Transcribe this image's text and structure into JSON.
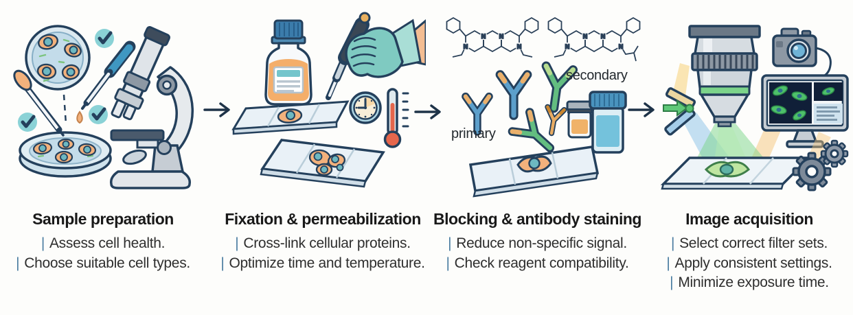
{
  "ui": {
    "pipe": "|"
  },
  "steps": [
    {
      "title": "Sample preparation",
      "points": [
        "Assess cell health.",
        "Choose suitable cell types."
      ]
    },
    {
      "title": "Fixation & permeabilization",
      "points": [
        "Cross-link cellular proteins.",
        "Optimize time and temperature."
      ]
    },
    {
      "title": "Blocking & antibody staining",
      "points": [
        "Reduce non-specific signal.",
        "Check reagent compatibility."
      ],
      "labels": {
        "primary": "primary",
        "secondary": "secondary"
      },
      "atom_label": "N"
    },
    {
      "title": "Image acquisition",
      "points": [
        "Select correct filter sets.",
        "Apply consistent settings.",
        "Minimize exposure time."
      ]
    }
  ],
  "colors": {
    "outline": "#24405c",
    "accent_teal": "#8ad2d6",
    "cell_orange": "#f2b17c",
    "nucleus_teal": "#6db8c1",
    "antibody_blue": "#5c9fcb",
    "antibody_green": "#63bd80",
    "antibody_orange": "#e8ab62",
    "fluorescence_green": "#4ec06a",
    "pipe_blue": "#4b7da1"
  }
}
